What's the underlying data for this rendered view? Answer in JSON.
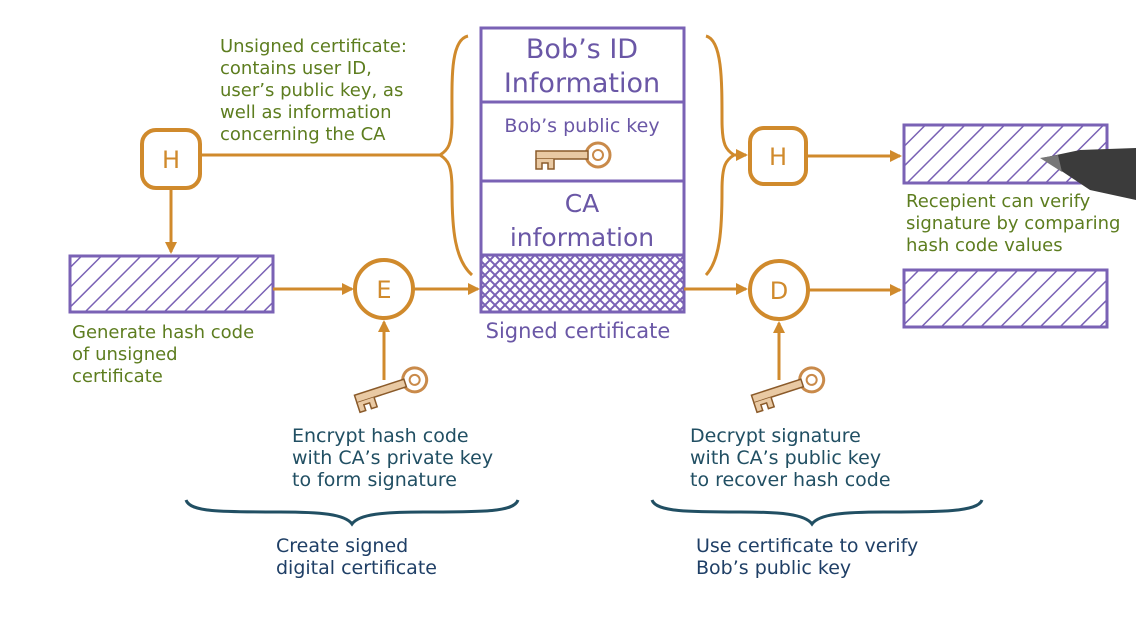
{
  "certificate": {
    "id_label_line1": "Bob’s ID",
    "id_label_line2": "Information",
    "public_key_label": "Bob’s public key",
    "ca_label_line1": "CA",
    "ca_label_line2": "information",
    "signed_label": "Signed certificate"
  },
  "nodes": {
    "hash_left": "H",
    "encrypt": "E",
    "hash_right": "H",
    "decrypt": "D"
  },
  "notes": {
    "unsigned_cert": [
      "Unsigned certificate:",
      "contains user ID,",
      "user’s public key, as",
      "well as information",
      "concerning the CA"
    ],
    "generate_hash": [
      "Generate hash code",
      "of unsigned",
      "certificate"
    ],
    "encrypt_hash": [
      "Encrypt hash code",
      "with CA’s private key",
      "to form signature"
    ],
    "decrypt_sig": [
      "Decrypt signature",
      "with CA’s public key",
      "to recover hash code"
    ],
    "recipient": [
      "Recepient can verify",
      "signature by comparing",
      "hash code values"
    ]
  },
  "groups": {
    "create": [
      "Create signed",
      "digital certificate"
    ],
    "use": [
      "Use certificate to verify",
      "Bob’s public key"
    ]
  },
  "colors": {
    "purple": "#7a62b5",
    "orange": "#d08a2c",
    "green": "#5d7d1f",
    "teal": "#214f63",
    "key": "#c98a4a"
  }
}
